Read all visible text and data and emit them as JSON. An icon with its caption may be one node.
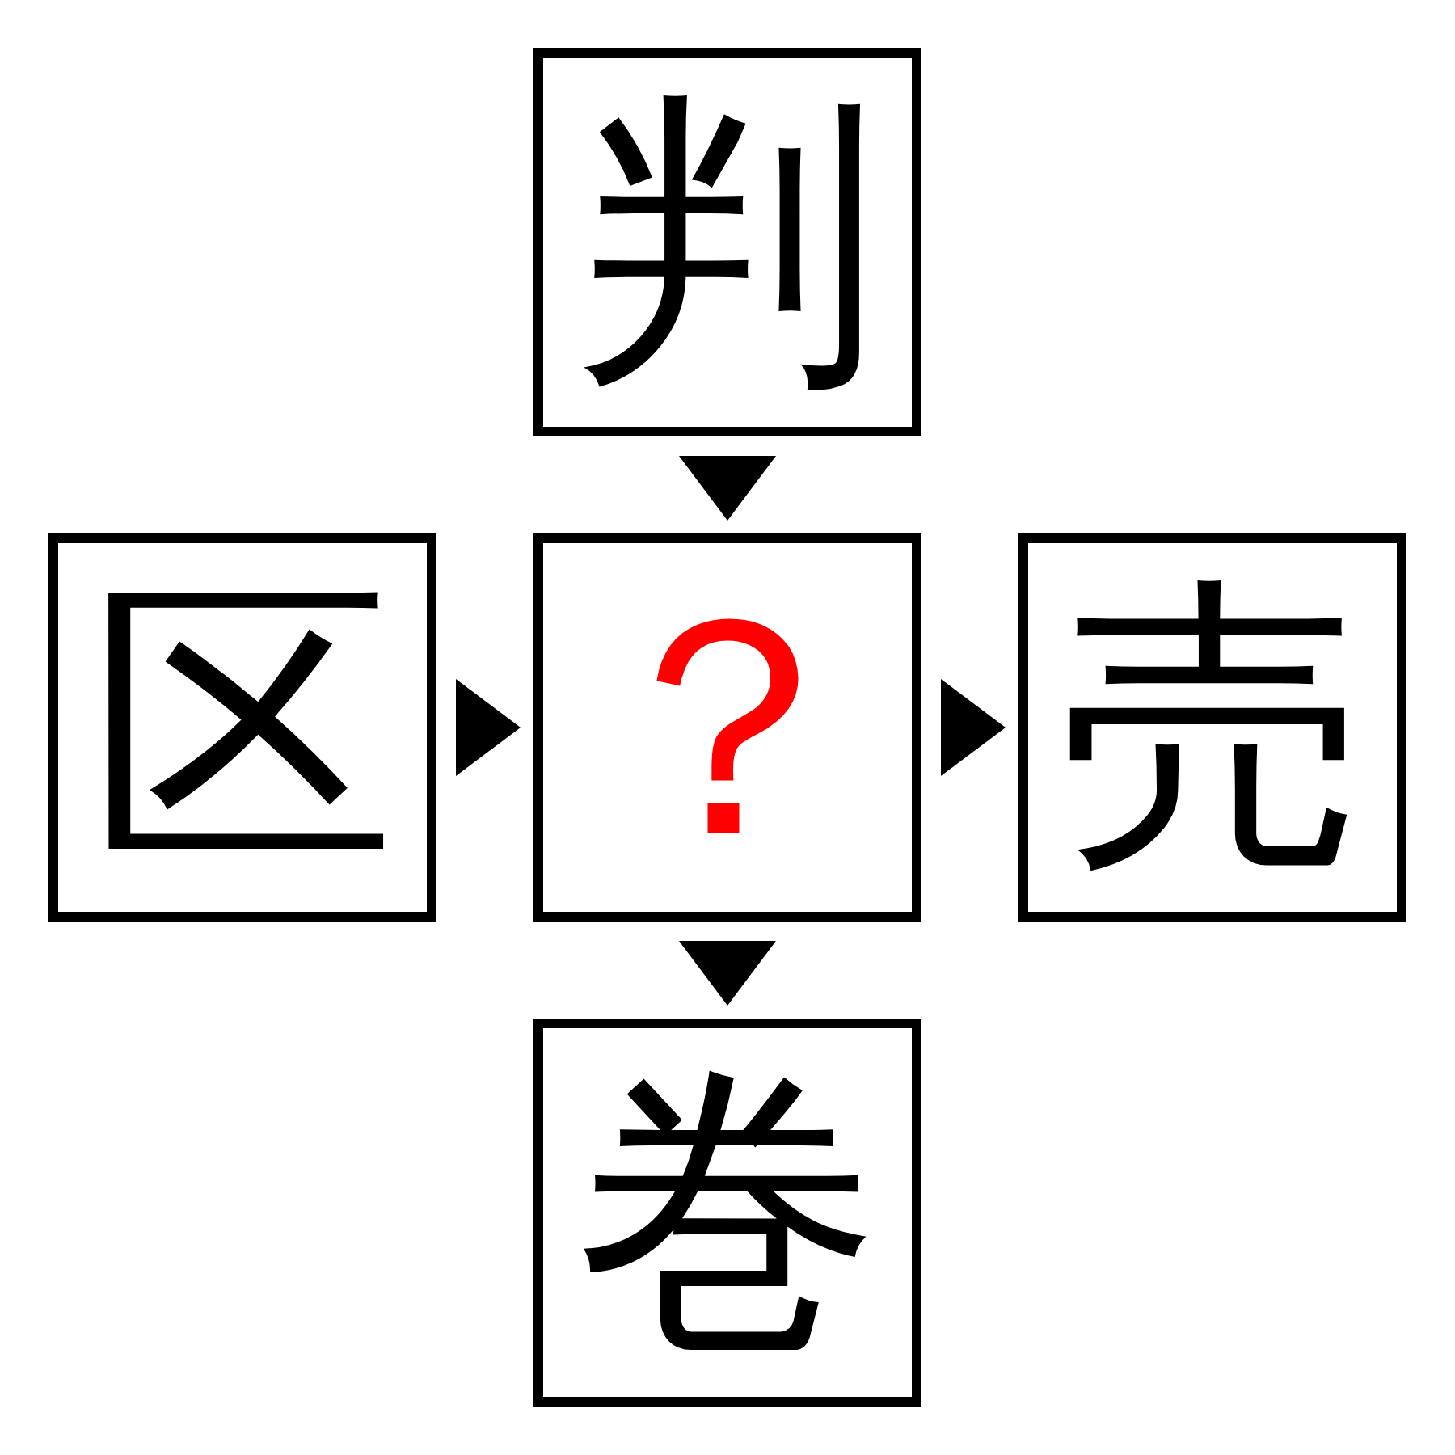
{
  "diagram": {
    "nodes": [
      {
        "text": [
          "判"
        ]
      },
      {
        "text": [
          "区"
        ]
      },
      {
        "text": [
          "？"
        ]
      },
      {
        "text": [
          "売"
        ]
      },
      {
        "text": [
          "巻"
        ]
      }
    ],
    "edges": [
      {
        "from": 0,
        "to": 2,
        "arrow": "to"
      },
      {
        "from": 1,
        "to": 2,
        "arrow": "to"
      },
      {
        "from": 2,
        "to": 3,
        "arrow": "to"
      },
      {
        "from": 2,
        "to": 4,
        "arrow": "to"
      }
    ]
  }
}
